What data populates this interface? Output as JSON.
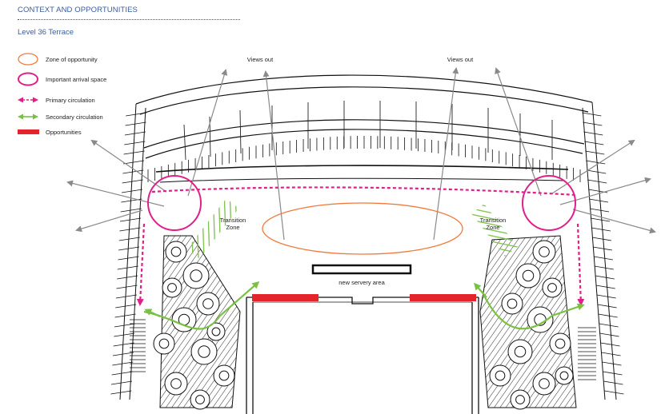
{
  "header": {
    "title": "CONTEXT AND OPPORTUNITIES",
    "subtitle": "Level 36 Terrace"
  },
  "legend": {
    "items": [
      {
        "label": "Zone of opportunity",
        "icon": "orange-ellipse-icon"
      },
      {
        "label": "Important arrival space",
        "icon": "magenta-ellipse-icon"
      },
      {
        "label": "Primary circulation",
        "icon": "magenta-dashed-arrow-icon"
      },
      {
        "label": "Secondary circulation",
        "icon": "green-arrow-icon"
      },
      {
        "label": "Opportunities",
        "icon": "red-bar-icon"
      }
    ]
  },
  "plan": {
    "views_out_left": "Views out",
    "views_out_right": "Views out",
    "transition_zone_left": "Transition Zone",
    "transition_zone_right": "Transition Zone",
    "servery": "new servery area"
  },
  "colors": {
    "zone": "#f07a3c",
    "arrival": "#e0208a",
    "primary": "#e0208a",
    "secondary": "#7ac143",
    "opportunity": "#e3242b",
    "views_arrow": "#8a8a8a",
    "text_blue": "#3a5c9c"
  }
}
